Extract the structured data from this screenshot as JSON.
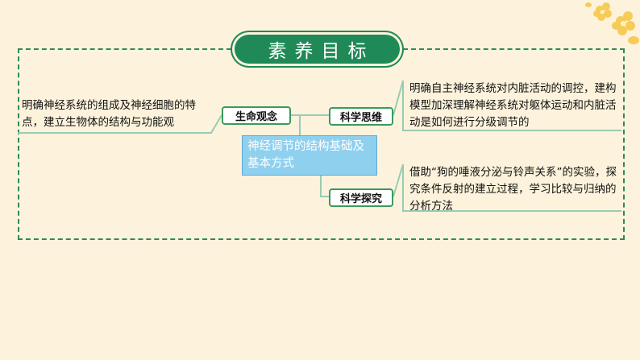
{
  "header": {
    "title": "素养目标"
  },
  "center_node": {
    "label": "神经调节的结构基础及基本方式"
  },
  "branches": {
    "life": {
      "tag": "生命观念",
      "text": "明确神经系统的组成及神经细胞的特点，建立生物体的结构与功能观"
    },
    "think": {
      "tag": "科学思维",
      "text": "明确自主神经系统对内脏活动的调控，建构模型加深理解神经系统对躯体运动和内脏活动是如何进行分级调节的"
    },
    "explore": {
      "tag": "科学探究",
      "text": "借助“狗的唾液分泌与铃声关系”的实验，探究条件反射的建立过程，学习比较与归纳的分析方法"
    }
  },
  "colors": {
    "background": "#fdf3dc",
    "accent_green": "#1f8a57",
    "center_blue": "#8fd0ef",
    "connector": "#9acbb3"
  }
}
